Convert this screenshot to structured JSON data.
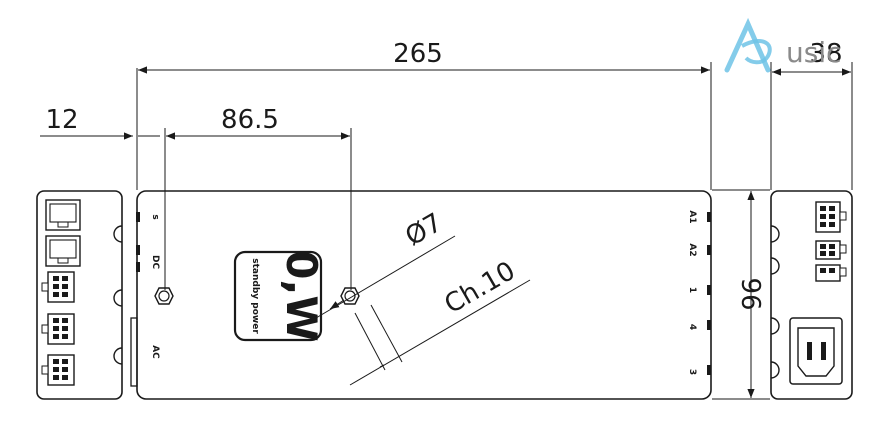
{
  "dimensions": {
    "overall_length": "265",
    "left_end_width": "12",
    "bolt_spacing": "86.5",
    "hole_diameter": "Ø7",
    "chamfer": "Ch.10",
    "right_end_width": "38",
    "height": "96"
  },
  "labels": {
    "standby_big": "0,W",
    "standby_small": "standby power",
    "dc": "DC",
    "ac": "AC",
    "s": "s",
    "a1": "A1",
    "a2": "A2",
    "t1": "1",
    "t4": "4",
    "t3": "3"
  },
  "logo": {
    "text": "usic",
    "color": "#6ec3e6"
  }
}
